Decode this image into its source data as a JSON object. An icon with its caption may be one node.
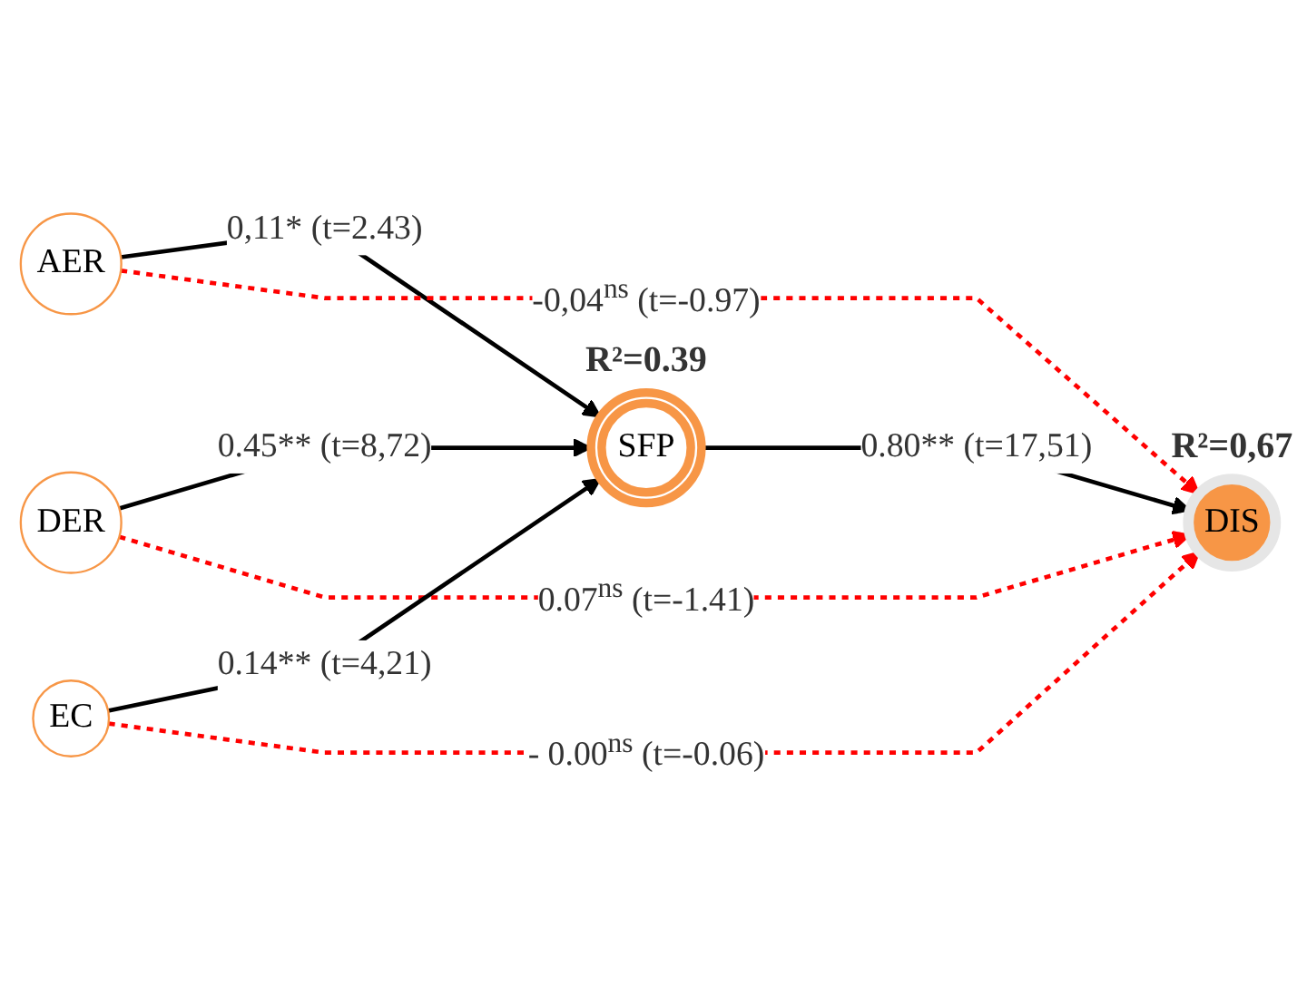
{
  "diagram": {
    "nodes": [
      {
        "text": [
          "AER"
        ]
      },
      {
        "text": [
          "DER"
        ]
      },
      {
        "text": [
          "EC"
        ]
      },
      {
        "text": [
          "SFP"
        ],
        "beside": [
          "R²=0.39"
        ]
      },
      {
        "text": [
          "DIS"
        ],
        "beside": [
          "R²=0,67"
        ]
      }
    ],
    "edges": [
      {
        "from": 0,
        "to": 3,
        "arrow": "to",
        "label": "0,11* (t=2.43)"
      },
      {
        "from": 0,
        "to": 4,
        "arrow": "to",
        "label": "-0,04$^{ns}$ (t=-0.97)",
        "style": "dashed",
        "color": "#ff0000"
      },
      {
        "from": 1,
        "to": 3,
        "arrow": "to",
        "label": "0.45** (t=8,72)"
      },
      {
        "from": 1,
        "to": 4,
        "arrow": "to",
        "label": "0.07$^{ns}$ (t=-1.41)",
        "style": "dashed",
        "color": "#ff0000"
      },
      {
        "from": 2,
        "to": 3,
        "arrow": "to",
        "label": "0.14** (t=4,21)"
      },
      {
        "from": 2,
        "to": 4,
        "arrow": "to",
        "label": "- 0.00$^{ns}$ (t=-0.06)",
        "style": "dashed",
        "color": "#ff0000"
      },
      {
        "from": 3,
        "to": 4,
        "arrow": "to",
        "label": "0.80** (t=17,51)"
      }
    ]
  }
}
